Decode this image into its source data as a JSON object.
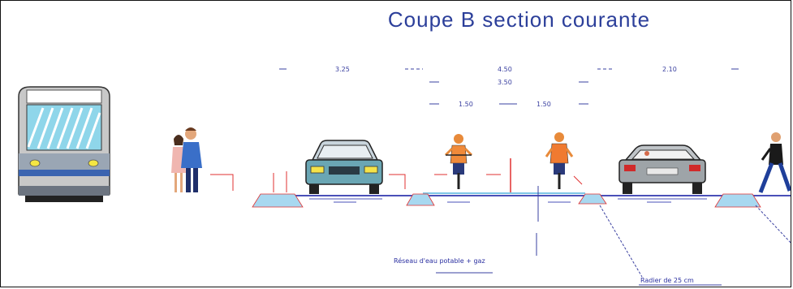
{
  "diagram": {
    "title": "Coupe B section courante",
    "dimensions": {
      "row1": [
        "3.25",
        "4.50",
        "2.10"
      ],
      "row2": [
        "3.50"
      ],
      "row3": [
        "1.50",
        "1.50"
      ]
    },
    "notes": {
      "center": "Réseau d'eau potable + gaz",
      "right": "Radier de 25 cm"
    }
  },
  "colors": {
    "title": "#2c3f9a",
    "dimension_lines": "#3a40a0",
    "road_surface": "#4a50b8",
    "curb_fill": "#a8d8f0",
    "red_markers": "#e03030"
  }
}
